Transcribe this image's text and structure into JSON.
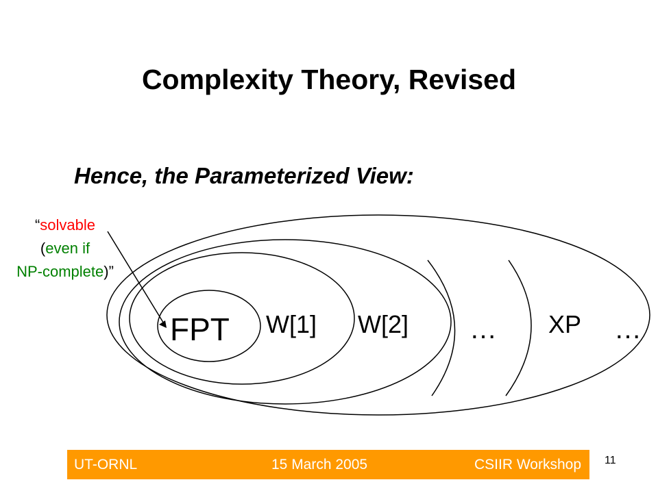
{
  "slide": {
    "title": "Complexity Theory, Revised",
    "subtitle": "Hence, the Parameterized View:",
    "number": "11"
  },
  "annotation": {
    "open_quote": "“",
    "solvable": "solvable",
    "paren_open": "(",
    "even_if": "even if",
    "np_complete": "NP-complete",
    "paren_close": ")",
    "close_quote": "”"
  },
  "diagram": {
    "fpt": "FPT",
    "w1": "W[1]",
    "w2": "W[2]",
    "ellipsis_mid": "…",
    "xp": "XP",
    "ellipsis_end": "…"
  },
  "footer": {
    "left": "UT-ORNL",
    "center": "15 March 2005",
    "right": "CSIIR Workshop"
  },
  "colors": {
    "annotation_red": "#ff0000",
    "annotation_green": "#008000",
    "footer_bar": "#ff9900",
    "footer_text": "#ffffff"
  }
}
